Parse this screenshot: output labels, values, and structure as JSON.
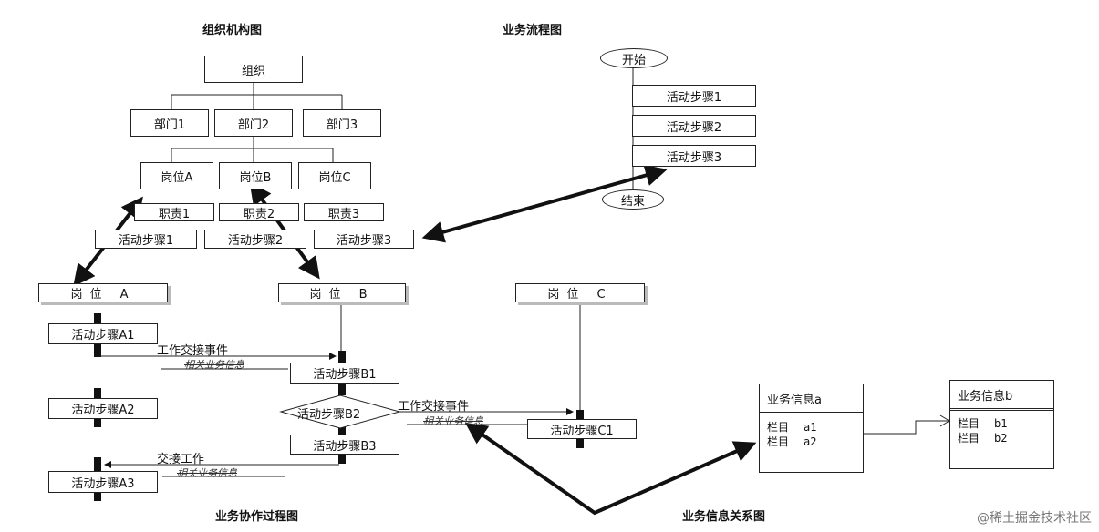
{
  "titles": {
    "org": "组织机构图",
    "flow": "业务流程图",
    "collab": "业务协作过程图",
    "info": "业务信息关系图"
  },
  "org": {
    "root": "组织",
    "departments": [
      "部门1",
      "部门2",
      "部门3"
    ],
    "positions": [
      "岗位A",
      "岗位B",
      "岗位C"
    ],
    "duties": [
      "职责1",
      "职责2",
      "职责3"
    ],
    "activities": [
      "活动步骤1",
      "活动步骤2",
      "活动步骤3"
    ]
  },
  "flow": {
    "start": "开始",
    "steps": [
      "活动步骤1",
      "活动步骤2",
      "活动步骤3"
    ],
    "end": "结束"
  },
  "collab": {
    "lanes": [
      "岗位 A",
      "岗位 B",
      "岗位 C"
    ],
    "steps": {
      "a1": "活动步骤A1",
      "a2": "活动步骤A2",
      "a3": "活动步骤A3",
      "b1": "活动步骤B1",
      "b2": "活动步骤B2",
      "b3": "活动步骤B3",
      "c1": "活动步骤C1"
    },
    "events": {
      "handover1": "工作交接事件",
      "info1": "相关业务信息",
      "handover2": "工作交接事件",
      "info2": "相关业务信息",
      "handover3": "交接工作",
      "info3": "相关业务信息"
    }
  },
  "info_rel": {
    "entity_a": {
      "name": "业务信息a",
      "field_label": "栏目",
      "fields": [
        "a1",
        "a2"
      ]
    },
    "entity_b": {
      "name": "业务信息b",
      "field_label": "栏目",
      "fields": [
        "b1",
        "b2"
      ]
    }
  },
  "watermark": "@稀土掘金技术社区"
}
